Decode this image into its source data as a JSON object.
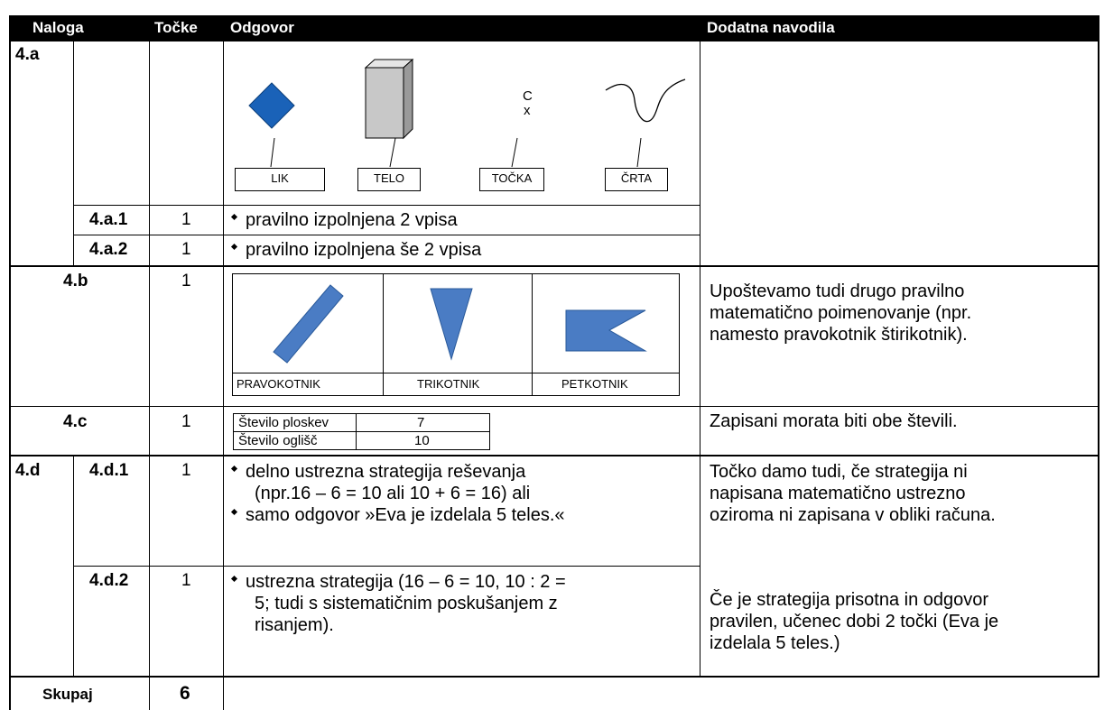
{
  "header": {
    "naloga": "Naloga",
    "tocke": "Točke",
    "odgovor": "Odgovor",
    "navodila": "Dodatna navodila"
  },
  "row_4a": {
    "label": "4.a",
    "cross_mark_c": "C",
    "cross_mark_x": "x",
    "shape_labels": [
      "LIK",
      "TELO",
      "TOČKA",
      "ČRTA"
    ],
    "sub1": {
      "label": "4.a.1",
      "points": "1",
      "answer": "pravilno izpolnjena 2 vpisa"
    },
    "sub2": {
      "label": "4.a.2",
      "points": "1",
      "answer": "pravilno izpolnjena še 2 vpisa"
    }
  },
  "row_4b": {
    "label": "4.b",
    "points": "1",
    "shape_labels": [
      "PRAVOKOTNIK",
      "TRIKOTNIK",
      "PETKOTNIK"
    ],
    "note_lines": [
      "Upoštevamo tudi drugo pravilno",
      "matematično poimenovanje (npr.",
      "namesto pravokotnik štirikotnik)."
    ]
  },
  "row_4c": {
    "label": "4.c",
    "points": "1",
    "table": [
      {
        "name": "Število ploskev",
        "value": "7"
      },
      {
        "name": "Število oglišč",
        "value": "10"
      }
    ],
    "note": "Zapisani morata biti obe števili."
  },
  "row_4d": {
    "label": "4.d",
    "sub1": {
      "label": "4.d.1",
      "points": "1",
      "answer_lines": [
        "delno ustrezna strategija reševanja",
        "(npr.16 – 6 = 10 ali 10 + 6 = 16) ali",
        "samo odgovor »Eva je izdelala 5 teles.«"
      ],
      "note_lines": [
        "Točko damo tudi, če strategija ni",
        "napisana matematično ustrezno",
        "oziroma ni zapisana v obliki računa."
      ]
    },
    "sub2": {
      "label": "4.d.2",
      "points": "1",
      "answer_lines": [
        "ustrezna strategija (16 – 6 = 10, 10 : 2 =",
        "5; tudi s sistematičnim poskušanjem z",
        "risanjem)."
      ],
      "note_lines": [
        "Če je strategija prisotna in odgovor",
        "pravilen, učenec dobi 2 točki (Eva je",
        "izdelala 5 teles.)"
      ]
    }
  },
  "footer": {
    "label": "Skupaj",
    "points": "6"
  },
  "colors": {
    "shape_fill": "#4a7cc4",
    "diamond_fill": "#1a62b8",
    "cuboid_fill": "#c8c8c8"
  }
}
